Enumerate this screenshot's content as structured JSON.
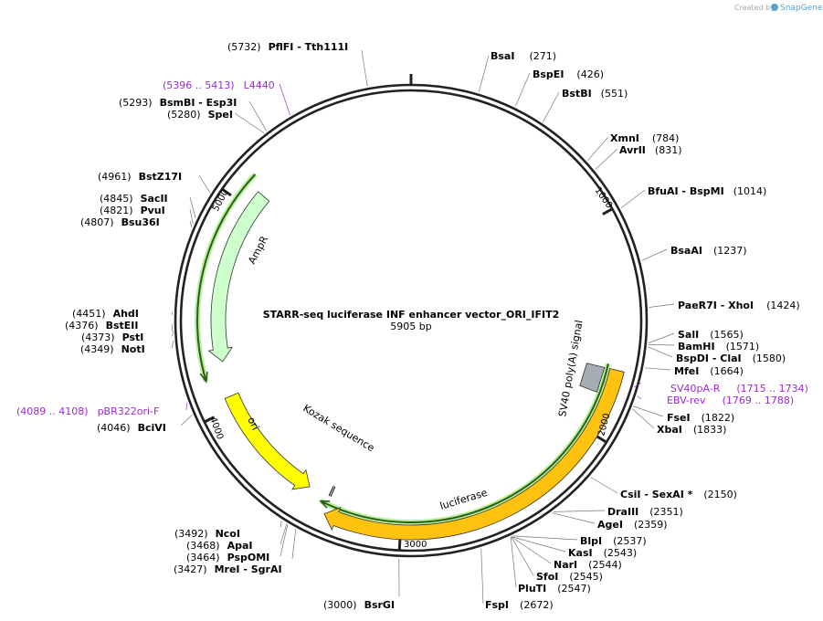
{
  "credit": {
    "prefix": "Created by",
    "brand": "SnapGene"
  },
  "map": {
    "title": "STARR-seq luciferase INF enhancer vector_ORI_IFIT2",
    "length_label": "5905 bp",
    "length_bp": 5905
  },
  "ticks": [
    {
      "bp": 1000,
      "label": "1000"
    },
    {
      "bp": 2000,
      "label": "2000"
    },
    {
      "bp": 3000,
      "label": "3000"
    },
    {
      "bp": 4000,
      "label": "4000"
    },
    {
      "bp": 5000,
      "label": "5000"
    }
  ],
  "features": [
    {
      "name": "AmpR",
      "start": 4227,
      "end": 5087,
      "strand": -1,
      "color": "#ccffcc"
    },
    {
      "name": "ori",
      "start": 3467,
      "end": 4056,
      "strand": -1,
      "color": "#ffff00"
    },
    {
      "name": "luciferase",
      "start": 1699,
      "end": 3349,
      "strand": -1,
      "color": "#ffc30f"
    },
    {
      "name": "SV40 poly(A) signal",
      "start": 1700,
      "end": 1822,
      "strand": 0,
      "color": "#a6acb3"
    },
    {
      "name": "Kozak sequence",
      "start": 3355,
      "end": 3364,
      "strand": 0,
      "color": "#000000"
    }
  ],
  "sites": [
    {
      "name": "BsaI",
      "pos": "(271)"
    },
    {
      "name": "BspEI",
      "pos": "(426)"
    },
    {
      "name": "BstBI",
      "pos": "(551)"
    },
    {
      "name": "XmnI",
      "pos": "(784)"
    },
    {
      "name": "AvrII",
      "pos": "(831)"
    },
    {
      "name": "BfuAI  - BspMI",
      "pos": "(1014)"
    },
    {
      "name": "BsaAI",
      "pos": "(1237)"
    },
    {
      "name": "PaeR7I  - XhoI",
      "pos": "(1424)"
    },
    {
      "name": "SalI",
      "pos": "(1565)"
    },
    {
      "name": "BamHI",
      "pos": "(1571)"
    },
    {
      "name": "BspDI  - ClaI",
      "pos": "(1580)"
    },
    {
      "name": "MfeI",
      "pos": "(1664)"
    },
    {
      "name": "FseI",
      "pos": "(1822)"
    },
    {
      "name": "XbaI",
      "pos": "(1833)"
    },
    {
      "name": "CsiI  - SexAI *",
      "pos": "(2150)"
    },
    {
      "name": "DraIII",
      "pos": "(2351)"
    },
    {
      "name": "AgeI",
      "pos": "(2359)"
    },
    {
      "name": "BlpI",
      "pos": "(2537)"
    },
    {
      "name": "KasI",
      "pos": "(2543)"
    },
    {
      "name": "NarI",
      "pos": "(2544)"
    },
    {
      "name": "SfoI",
      "pos": "(2545)"
    },
    {
      "name": "PluTI",
      "pos": "(2547)"
    },
    {
      "name": "FspI",
      "pos": "(2672)"
    },
    {
      "name": "BsrGI",
      "pos": "(3000)"
    },
    {
      "name": "NcoI",
      "pos": "(3492)"
    },
    {
      "name": "ApaI",
      "pos": "(3468)"
    },
    {
      "name": "PspOMI",
      "pos": "(3464)"
    },
    {
      "name": "MreI  - SgrAI",
      "pos": "(3427)"
    },
    {
      "name": "BciVI",
      "pos": "(4046)"
    },
    {
      "name": "AhdI",
      "pos": "(4451)"
    },
    {
      "name": "BstEII",
      "pos": "(4376)"
    },
    {
      "name": "PstI",
      "pos": "(4373)"
    },
    {
      "name": "NotI",
      "pos": "(4349)"
    },
    {
      "name": "BstZ17I",
      "pos": "(4961)"
    },
    {
      "name": "SacII",
      "pos": "(4845)"
    },
    {
      "name": "PvuI",
      "pos": "(4821)"
    },
    {
      "name": "Bsu36I",
      "pos": "(4807)"
    },
    {
      "name": "BsmBI  - Esp3I",
      "pos": "(5293)"
    },
    {
      "name": "SpeI",
      "pos": "(5280)"
    },
    {
      "name": "PflFI  - Tth111I",
      "pos": "(5732)"
    }
  ],
  "primers": [
    {
      "name": "SV40pA-R",
      "range": "(1715 .. 1734)"
    },
    {
      "name": "EBV-rev",
      "range": "(1769 .. 1788)"
    },
    {
      "name": "pBR322ori-F",
      "range": "(4089 .. 4108)"
    },
    {
      "name": "L4440",
      "range": "(5396 .. 5413)"
    }
  ]
}
